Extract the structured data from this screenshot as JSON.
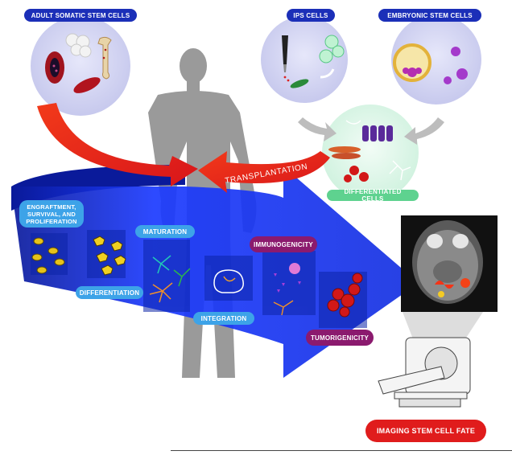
{
  "labels": {
    "adult_somatic": "ADULT SOMATIC STEM CELLS",
    "ips": "IPS CELLS",
    "embryonic": "EMBRYONIC STEM CELLS",
    "differentiated": "DIFFERENTIATED CELLS",
    "transplantation_left": "TRANSPLANTATION",
    "transplantation_right": "TRANSPLANTATION",
    "engraftment": "ENGRAFTMENT, SURVIVAL, AND PROLIFERATION",
    "differentiation": "DIFFERENTIATION",
    "maturation": "MATURATION",
    "integration": "INTEGRATION",
    "immunogenicity": "IMMUNOGENICITY",
    "tumorigenicity": "TUMORIGENICITY",
    "imaging": "IMAGING STEM CELL FATE"
  },
  "colors": {
    "arrow_blue": "#1530e0",
    "arrow_dark": "#0a1a9a",
    "transplant_red": "#e41a1a",
    "circle_lavender": "#cfd0ef",
    "circle_green": "#dff7ea",
    "silhouette_gray": "#9a9a9a"
  }
}
